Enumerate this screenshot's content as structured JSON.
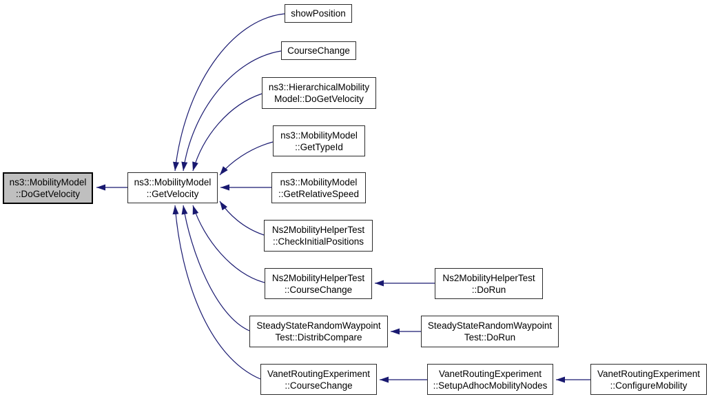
{
  "diagram": {
    "kind": "doxygen-caller-graph",
    "background_color": "#ffffff",
    "edge_color": "#191970",
    "node_fill_color": "#ffffff",
    "node_border_color": "#2b2b2b",
    "highlight_node_fill_color": "#bfbfbf",
    "highlight_node_border_color": "#000000"
  },
  "nodes": {
    "do_get_velocity": {
      "lines": [
        "ns3::MobilityModel",
        "::DoGetVelocity"
      ],
      "highlighted": true
    },
    "get_velocity": {
      "lines": [
        "ns3::MobilityModel",
        "::GetVelocity"
      ]
    },
    "show_position": {
      "lines": [
        "showPosition"
      ]
    },
    "course_change": {
      "lines": [
        "CourseChange"
      ]
    },
    "hierarchical_do_get_velocity": {
      "lines": [
        "ns3::HierarchicalMobility",
        "Model::DoGetVelocity"
      ]
    },
    "get_type_id": {
      "lines": [
        "ns3::MobilityModel",
        "::GetTypeId"
      ]
    },
    "get_relative_speed": {
      "lines": [
        "ns3::MobilityModel",
        "::GetRelativeSpeed"
      ]
    },
    "check_initial_positions": {
      "lines": [
        "Ns2MobilityHelperTest",
        "::CheckInitialPositions"
      ]
    },
    "ns2_course_change": {
      "lines": [
        "Ns2MobilityHelperTest",
        "::CourseChange"
      ]
    },
    "distrib_compare": {
      "lines": [
        "SteadyStateRandomWaypoint",
        "Test::DistribCompare"
      ]
    },
    "vanet_course_change": {
      "lines": [
        "VanetRoutingExperiment",
        "::CourseChange"
      ]
    },
    "ns2_do_run": {
      "lines": [
        "Ns2MobilityHelperTest",
        "::DoRun"
      ]
    },
    "ssrw_do_run": {
      "lines": [
        "SteadyStateRandomWaypoint",
        "Test::DoRun"
      ]
    },
    "setup_adhoc_mobility_nodes": {
      "lines": [
        "VanetRoutingExperiment",
        "::SetupAdhocMobilityNodes"
      ]
    },
    "configure_mobility": {
      "lines": [
        "VanetRoutingExperiment",
        "::ConfigureMobility"
      ]
    }
  },
  "edges": [
    {
      "from": "get_velocity",
      "to": "do_get_velocity"
    },
    {
      "from": "show_position",
      "to": "get_velocity"
    },
    {
      "from": "course_change",
      "to": "get_velocity"
    },
    {
      "from": "hierarchical_do_get_velocity",
      "to": "get_velocity"
    },
    {
      "from": "get_type_id",
      "to": "get_velocity"
    },
    {
      "from": "get_relative_speed",
      "to": "get_velocity"
    },
    {
      "from": "check_initial_positions",
      "to": "get_velocity"
    },
    {
      "from": "ns2_course_change",
      "to": "get_velocity"
    },
    {
      "from": "distrib_compare",
      "to": "get_velocity"
    },
    {
      "from": "vanet_course_change",
      "to": "get_velocity"
    },
    {
      "from": "ns2_do_run",
      "to": "ns2_course_change"
    },
    {
      "from": "ssrw_do_run",
      "to": "distrib_compare"
    },
    {
      "from": "setup_adhoc_mobility_nodes",
      "to": "vanet_course_change"
    },
    {
      "from": "configure_mobility",
      "to": "setup_adhoc_mobility_nodes"
    }
  ]
}
